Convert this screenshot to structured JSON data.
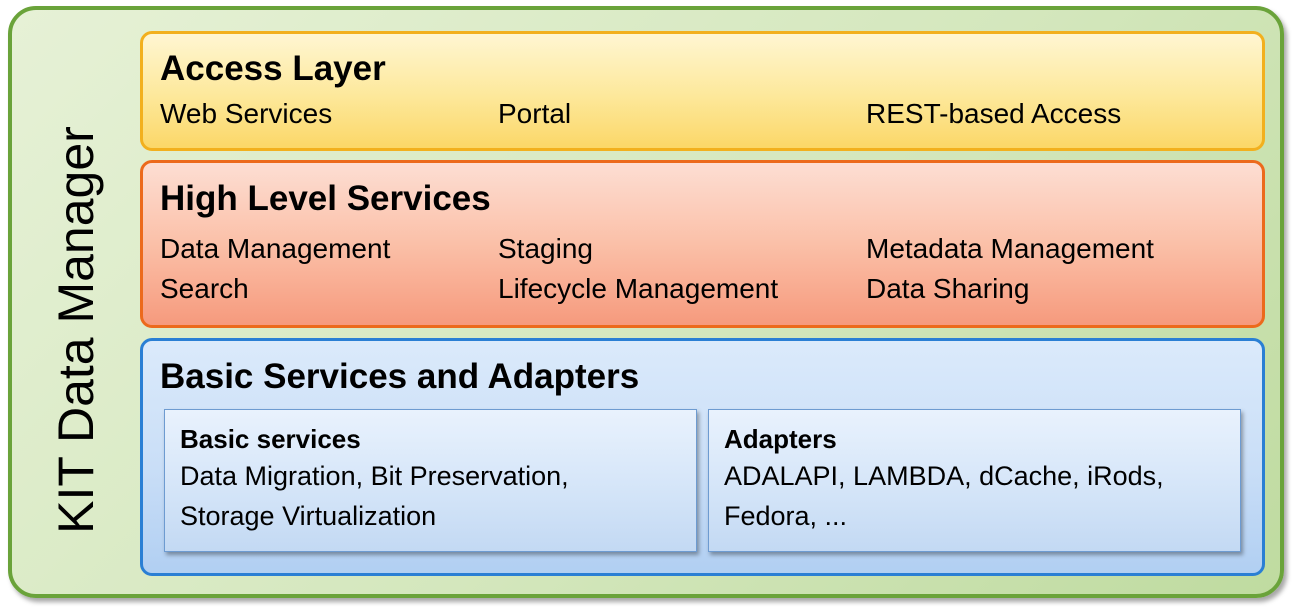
{
  "side_title": "KIT Data Manager",
  "access_layer": {
    "title": "Access Layer",
    "items": [
      "Web Services",
      "Portal",
      "REST-based Access"
    ]
  },
  "high_level_services": {
    "title": "High Level Services",
    "items": [
      "Data Management",
      "Staging",
      "Metadata Management",
      "Search",
      "Lifecycle Management",
      "Data Sharing"
    ]
  },
  "basic_services_adapters": {
    "title": "Basic Services and Adapters",
    "basic_services": {
      "title": "Basic services",
      "lines": [
        "Data Migration, Bit Preservation,",
        "Storage Virtualization"
      ]
    },
    "adapters": {
      "title": "Adapters",
      "lines": [
        "ADALAPI, LAMBDA, dCache, iRods,",
        "Fedora, ..."
      ]
    }
  },
  "colors": {
    "outer_border": "#6aa33a",
    "access_border": "#f2b01e",
    "high_border": "#ec6a1c",
    "basic_border": "#2a7fd4"
  }
}
